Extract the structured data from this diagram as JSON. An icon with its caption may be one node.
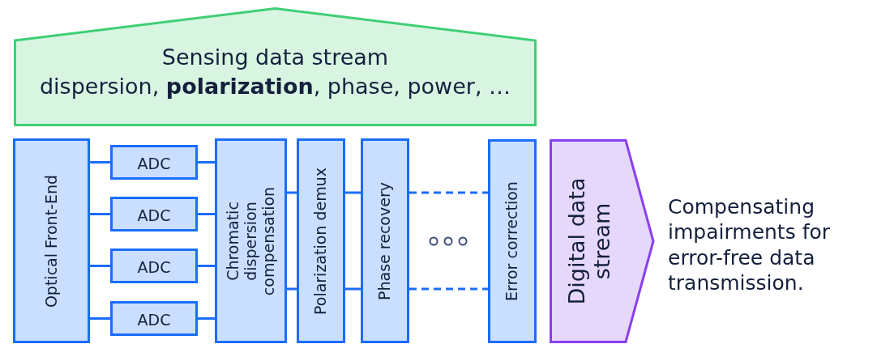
{
  "diagram": {
    "nodes": [
      {
        "text": [
          "Sensing data stream",
          "dispersion, **polarization**, phase, power, …"
        ]
      },
      {
        "text": [
          "Optical Front-End"
        ]
      },
      {
        "text": [
          "ADC"
        ]
      },
      {
        "text": [
          "ADC"
        ]
      },
      {
        "text": [
          "ADC"
        ]
      },
      {
        "text": [
          "ADC"
        ]
      },
      {
        "text": [
          "Chromatic dispersion compensation"
        ]
      },
      {
        "text": [
          "Polarization demux"
        ]
      },
      {
        "text": [
          "Phase recovery"
        ]
      },
      {
        "text": [
          "Error correction"
        ]
      },
      {
        "text": [
          "Digital data stream"
        ]
      }
    ],
    "edges": [
      {
        "from": 1,
        "to": 2,
        "arrow": "none"
      },
      {
        "from": 1,
        "to": 3,
        "arrow": "none"
      },
      {
        "from": 1,
        "to": 4,
        "arrow": "none"
      },
      {
        "from": 1,
        "to": 5,
        "arrow": "none"
      },
      {
        "from": 2,
        "to": 6,
        "arrow": "none"
      },
      {
        "from": 3,
        "to": 6,
        "arrow": "none"
      },
      {
        "from": 4,
        "to": 6,
        "arrow": "none"
      },
      {
        "from": 5,
        "to": 6,
        "arrow": "none"
      },
      {
        "from": 6,
        "to": 7,
        "arrow": "none"
      },
      {
        "from": 6,
        "to": 7,
        "arrow": "none"
      },
      {
        "from": 7,
        "to": 8,
        "arrow": "none"
      },
      {
        "from": 7,
        "to": 8,
        "arrow": "none"
      },
      {
        "from": 8,
        "to": 9,
        "arrow": "none",
        "style": "dashed"
      },
      {
        "from": 8,
        "to": 9,
        "arrow": "none",
        "style": "dashed"
      }
    ],
    "labels": [
      "Compensating impairments for error-free data transmission."
    ]
  }
}
